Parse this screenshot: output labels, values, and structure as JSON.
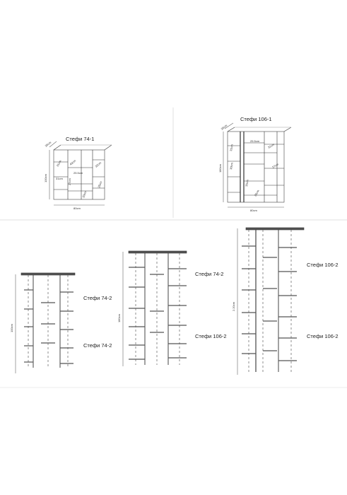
{
  "panels": {
    "top_left": {
      "title": "Стефи 74-1",
      "dims": {
        "depth": "35cm",
        "height": "100cm",
        "width": "80cm"
      },
      "inner": [
        "31cm",
        "40cm",
        "25.5cm",
        "32cm",
        "31cm",
        "27cm",
        "30cm",
        "35cm"
      ]
    },
    "top_right": {
      "title": "Стефи 106-1",
      "dims": {
        "depth": "35cm",
        "height": "180cm",
        "width": "80cm"
      },
      "inner": [
        "31cm",
        "25.5cm",
        "31cm",
        "30cm",
        "27cm",
        "35cm",
        "25cm"
      ]
    },
    "bottom_left": {
      "labels": [
        "Стефи 74-2",
        "Стефи 74-2"
      ],
      "height": "100cm"
    },
    "bottom_mid": {
      "labels": [
        "Стефи 74-2",
        "Стефи 106-2"
      ],
      "height": "180cm"
    },
    "bottom_right": {
      "labels": [
        "Стефи 106-2",
        "Стефи 106-2"
      ],
      "height": "2.20cm"
    }
  }
}
